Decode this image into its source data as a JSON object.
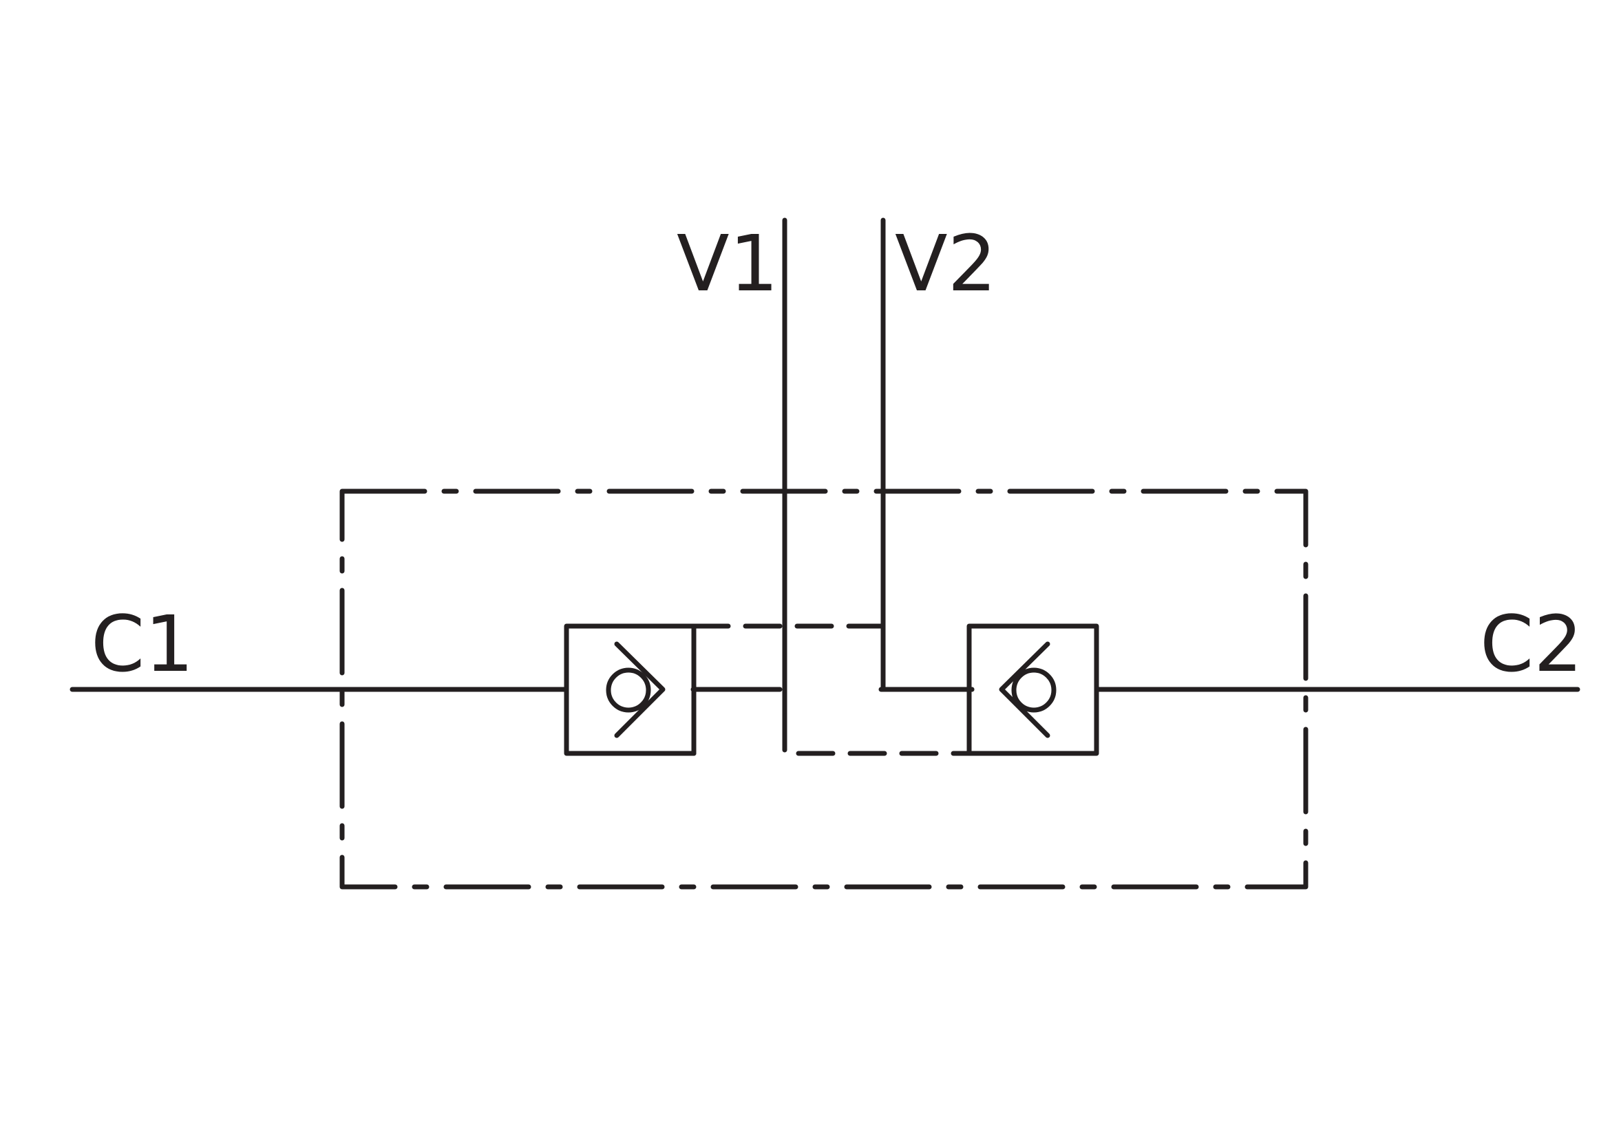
{
  "diagram": {
    "type": "hydraulic-schematic",
    "description_free": true,
    "colors": {
      "line": "#231f20",
      "background": "#ffffff"
    },
    "ports": {
      "v1": "V1",
      "v2": "V2",
      "c1": "C1",
      "c2": "C2"
    },
    "components": [
      {
        "id": "pilot-check-valve-left",
        "symbol": "check-valve",
        "orientation": "left"
      },
      {
        "id": "pilot-check-valve-right",
        "symbol": "check-valve",
        "orientation": "right"
      }
    ],
    "enclosure": {
      "style": "dash-dot-boundary"
    }
  }
}
